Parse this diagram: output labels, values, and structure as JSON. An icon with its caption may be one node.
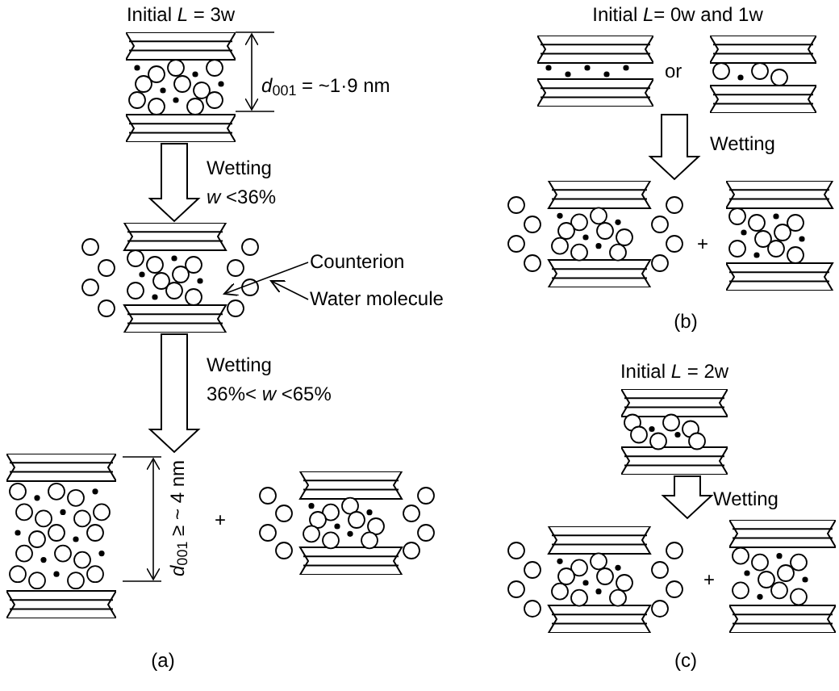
{
  "diagram": {
    "nodes": [
      {
        "text": [],
        "shape": "picture",
        "beside": [
          "Initial *L* = 3w"
        ]
      },
      {
        "text": [],
        "shape": "picture"
      },
      {
        "text": [],
        "shape": "picture"
      },
      {
        "text": [],
        "shape": "picture"
      },
      {
        "text": [],
        "shape": "picture"
      },
      {
        "text": [],
        "shape": "picture"
      },
      {
        "text": [],
        "shape": "picture"
      },
      {
        "text": [],
        "shape": "picture"
      },
      {
        "text": [],
        "shape": "picture",
        "beside": [
          "Initial *L* = 2w"
        ]
      },
      {
        "text": [],
        "shape": "picture"
      },
      {
        "text": [],
        "shape": "picture"
      },
      {
        "text": [
          "Counterion"
        ]
      },
      {
        "text": [
          "Water molecule"
        ]
      }
    ],
    "edges": [
      {
        "from": 0,
        "to": 1,
        "arrow": "to",
        "label": "Wetting"
      },
      {
        "from": 1,
        "to": 2,
        "arrow": "to",
        "label": "Wetting"
      },
      {
        "from": 1,
        "to": 3,
        "arrow": "to"
      },
      {
        "from": 4,
        "to": 6,
        "arrow": "to",
        "label": "Wetting"
      },
      {
        "from": 4,
        "to": 7,
        "arrow": "to"
      },
      {
        "from": 5,
        "to": 6,
        "arrow": "to"
      },
      {
        "from": 5,
        "to": 7,
        "arrow": "to"
      },
      {
        "from": 8,
        "to": 9,
        "arrow": "to",
        "label": "Wetting"
      },
      {
        "from": 8,
        "to": 10,
        "arrow": "to"
      },
      {
        "from": 11,
        "to": 1,
        "arrow": "to"
      },
      {
        "from": 12,
        "to": 1,
        "arrow": "to"
      }
    ],
    "labels": [
      "Initial *L*= 0w and 1w",
      "*d*$_{001}$ = ~1·9 nm",
      "or",
      "*w* <36%",
      "+",
      "(b)",
      "36%< *w* <65%",
      "*d*$_{001}$ ≥ ~ 4 nm",
      "+",
      "+",
      "(a)",
      "(c)"
    ]
  }
}
